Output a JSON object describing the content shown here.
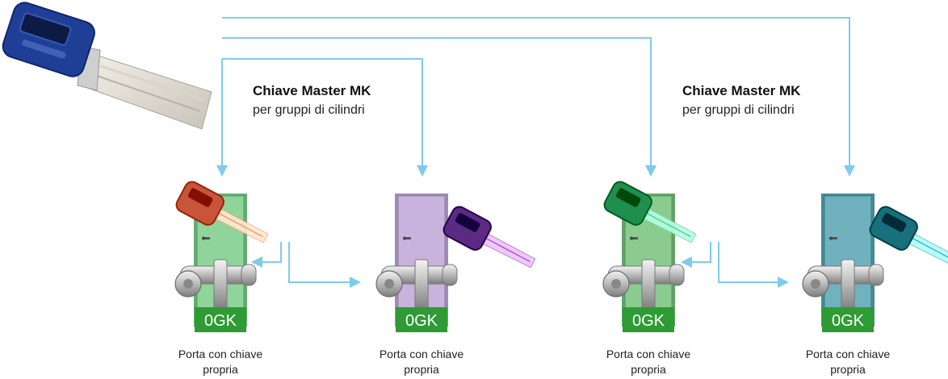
{
  "master_key_labels": [
    {
      "title": "Chiave Master MK",
      "subtitle": "per gruppi di cilindri"
    },
    {
      "title": "Chiave Master MK",
      "subtitle": "per gruppi di cilindri"
    }
  ],
  "doors": [
    {
      "badge": "0GK",
      "caption_line1": "Porta con chiave",
      "caption_line2": "propria",
      "door_color": "#8fd49a",
      "key_color": "#c8553a"
    },
    {
      "badge": "0GK",
      "caption_line1": "Porta con chiave",
      "caption_line2": "propria",
      "door_color": "#c7b3dc",
      "key_color": "#5b2a82"
    },
    {
      "badge": "0GK",
      "caption_line1": "Porta con chiave",
      "caption_line2": "propria",
      "door_color": "#8ccb90",
      "key_color": "#1f8f50"
    },
    {
      "badge": "0GK",
      "caption_line1": "Porta con chiave",
      "caption_line2": "propria",
      "door_color": "#6fb2bd",
      "key_color": "#17707c"
    }
  ],
  "colors": {
    "arrow": "#7ecbec",
    "badge": "#2e9b34",
    "master_key": "#1f3f96"
  }
}
